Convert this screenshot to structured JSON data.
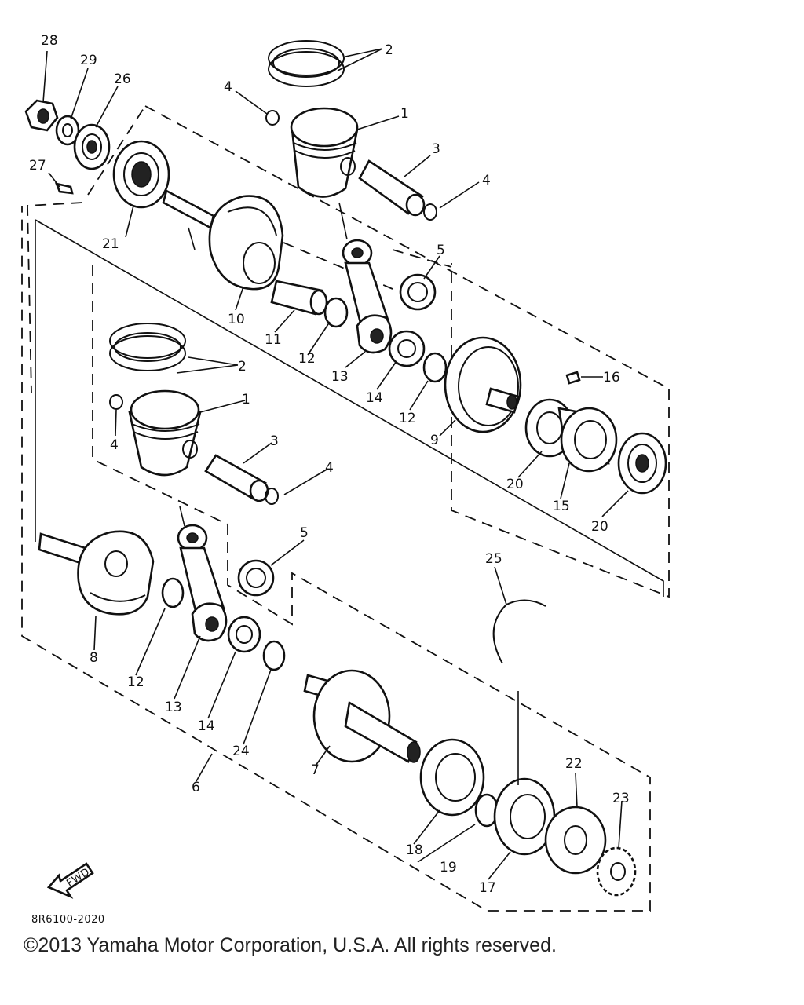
{
  "diagram_code": "8R6100-2020",
  "copyright": "©2013 Yamaha Motor Corporation, U.S.A. All rights reserved.",
  "fwd_label": "FWD",
  "labels": [
    "28",
    "29",
    "26",
    "27",
    "21",
    "2",
    "4",
    "1",
    "3",
    "4",
    "5",
    "10",
    "11",
    "12",
    "13",
    "14",
    "12",
    "16",
    "9",
    "2",
    "1",
    "4",
    "3",
    "4",
    "20",
    "15",
    "20",
    "5",
    "25",
    "8",
    "12",
    "13",
    "14",
    "24",
    "6",
    "7",
    "18",
    "19",
    "17",
    "22",
    "23"
  ]
}
